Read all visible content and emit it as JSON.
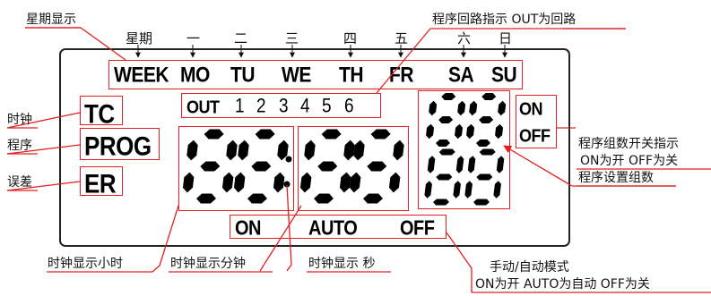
{
  "lcd": {
    "week_word": "WEEK",
    "days_en": [
      "MO",
      "TU",
      "WE",
      "TH",
      "FR",
      "SA",
      "SU"
    ],
    "days_cn": [
      "星期",
      "一",
      "二",
      "三",
      "四",
      "五",
      "六",
      "日"
    ],
    "out_word": "OUT",
    "out_numbers": [
      "1",
      "2",
      "3",
      "4",
      "5",
      "6"
    ],
    "tc": "TC",
    "prog": "PROG",
    "er": "ER",
    "on_right": "ON",
    "off_right": "OFF",
    "mode_on": "ON",
    "mode_auto": "AUTO",
    "mode_off": "OFF",
    "colon": ":"
  },
  "annotations": {
    "weekday_display": "星期显示",
    "program_loop_indicator": "程序回路指示 OUT为回路",
    "clock": "时钟",
    "program": "程序",
    "error": "误差",
    "group_switch_line1": "程序组数开关指示",
    "group_switch_line2": "ON为开 OFF为关",
    "group_setting": "程序设置组数",
    "hour_display": "时钟显示小时",
    "minute_display": "时钟显示分钟",
    "second_display": "时钟显示 秒",
    "mode_line1": "手动/自动模式",
    "mode_line2": "ON为开 AUTO为自动 OFF为关"
  },
  "colors": {
    "annotation": "#e02020",
    "segment": "#000000"
  }
}
